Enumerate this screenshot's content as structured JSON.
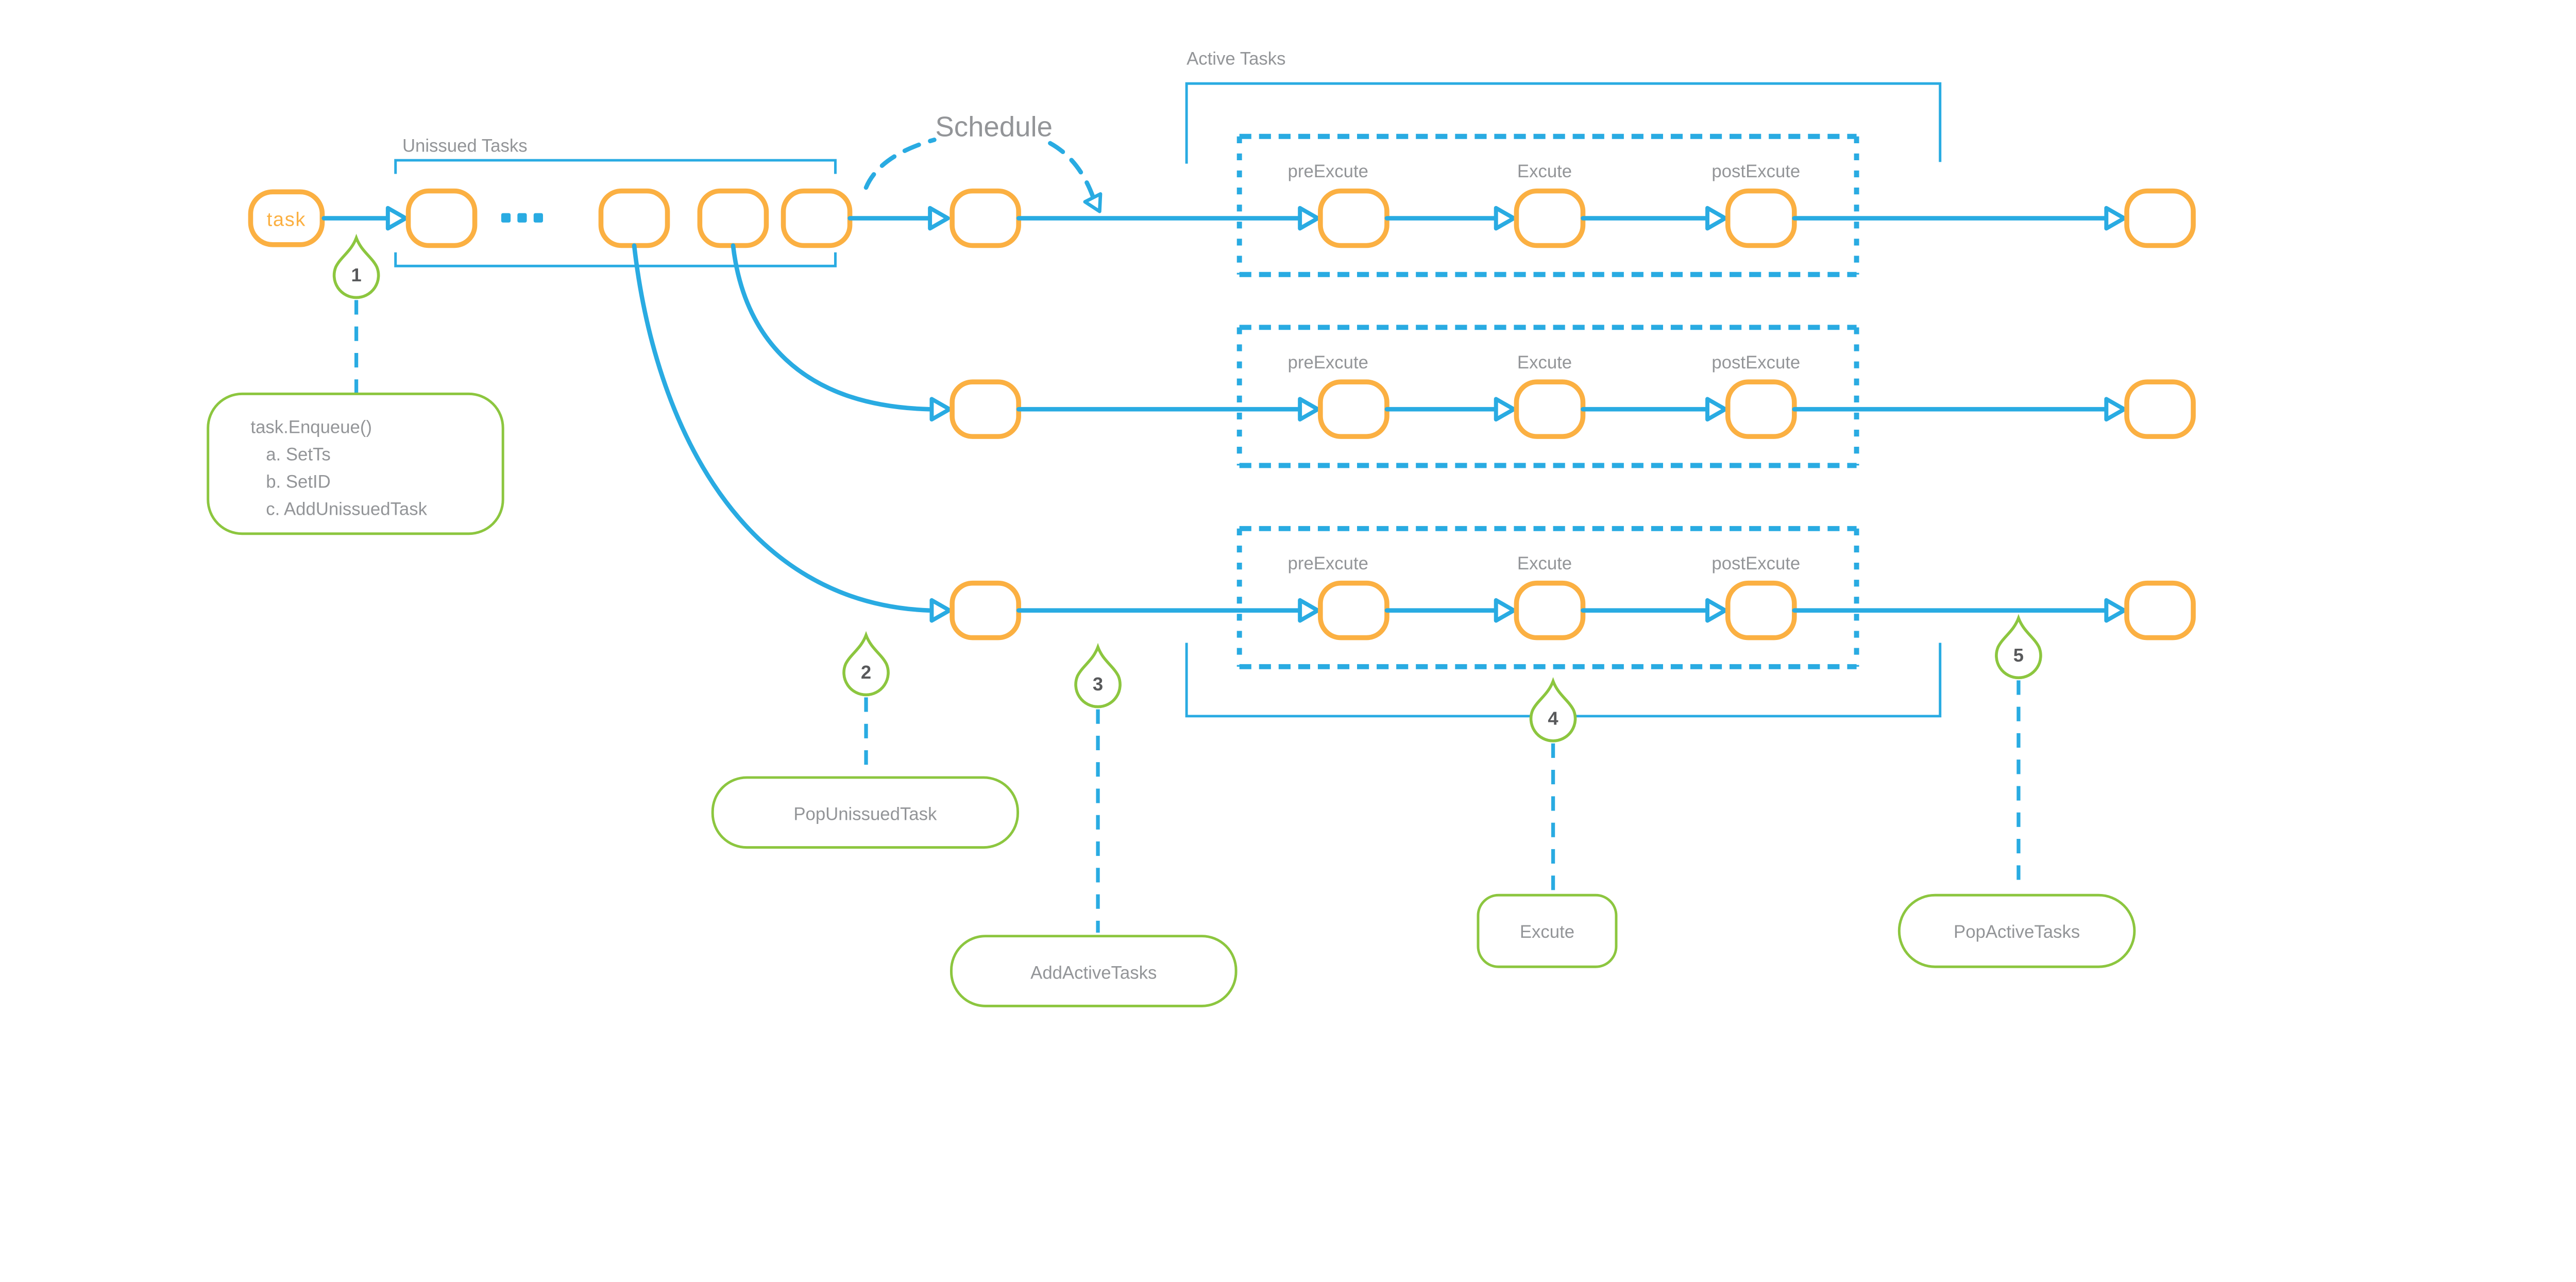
{
  "colors": {
    "blue": "#29ABE2",
    "orange": "#FBB042",
    "green": "#8CC63F",
    "label_gray": "#939598",
    "number_gray": "#58595B"
  },
  "labels": {
    "task_node": "task",
    "unissued_tasks": "Unissued Tasks",
    "schedule": "Schedule",
    "active_tasks": "Active Tasks"
  },
  "pipeline_rows": [
    {
      "pre": "preExcute",
      "execute": "Excute",
      "post": "postExcute"
    },
    {
      "pre": "preExcute",
      "execute": "Excute",
      "post": "postExcute"
    },
    {
      "pre": "preExcute",
      "execute": "Excute",
      "post": "postExcute"
    }
  ],
  "markers": [
    {
      "number": "1",
      "annotation_title": "task.Enqueue()",
      "annotation_items": [
        "a. SetTs",
        "b. SetID",
        "c. AddUnissuedTask"
      ]
    },
    {
      "number": "2",
      "annotation": "PopUnissuedTask"
    },
    {
      "number": "3",
      "annotation": "AddActiveTasks"
    },
    {
      "number": "4",
      "annotation": "Excute"
    },
    {
      "number": "5",
      "annotation": "PopActiveTasks"
    }
  ],
  "icons": {
    "arrowhead-icon": "open triangle ▷",
    "queue-ellipsis-icon": "⋯",
    "marker-pin-icon": "teardrop pin"
  }
}
